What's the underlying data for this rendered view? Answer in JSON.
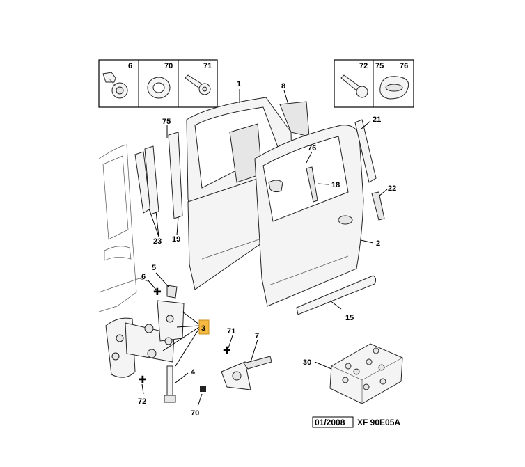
{
  "legend_box_left": {
    "labels": [
      "6",
      "70",
      "71"
    ]
  },
  "legend_box_right": {
    "labels": [
      "72",
      "75",
      "76"
    ]
  },
  "callouts": {
    "c1": "1",
    "c8": "8",
    "c75": "75",
    "c76": "76",
    "c21": "21",
    "c18": "18",
    "c22": "22",
    "c23": "23",
    "c19": "19",
    "c2": "2",
    "c5": "5",
    "c6": "6",
    "c3": "3",
    "c71": "71",
    "c7": "7",
    "c15": "15",
    "c30": "30",
    "c4": "4",
    "c72": "72",
    "c70": "70"
  },
  "highlight_color": "#f5b942",
  "footer": {
    "date": "01/2008",
    "ref": "XF 90E05A"
  }
}
